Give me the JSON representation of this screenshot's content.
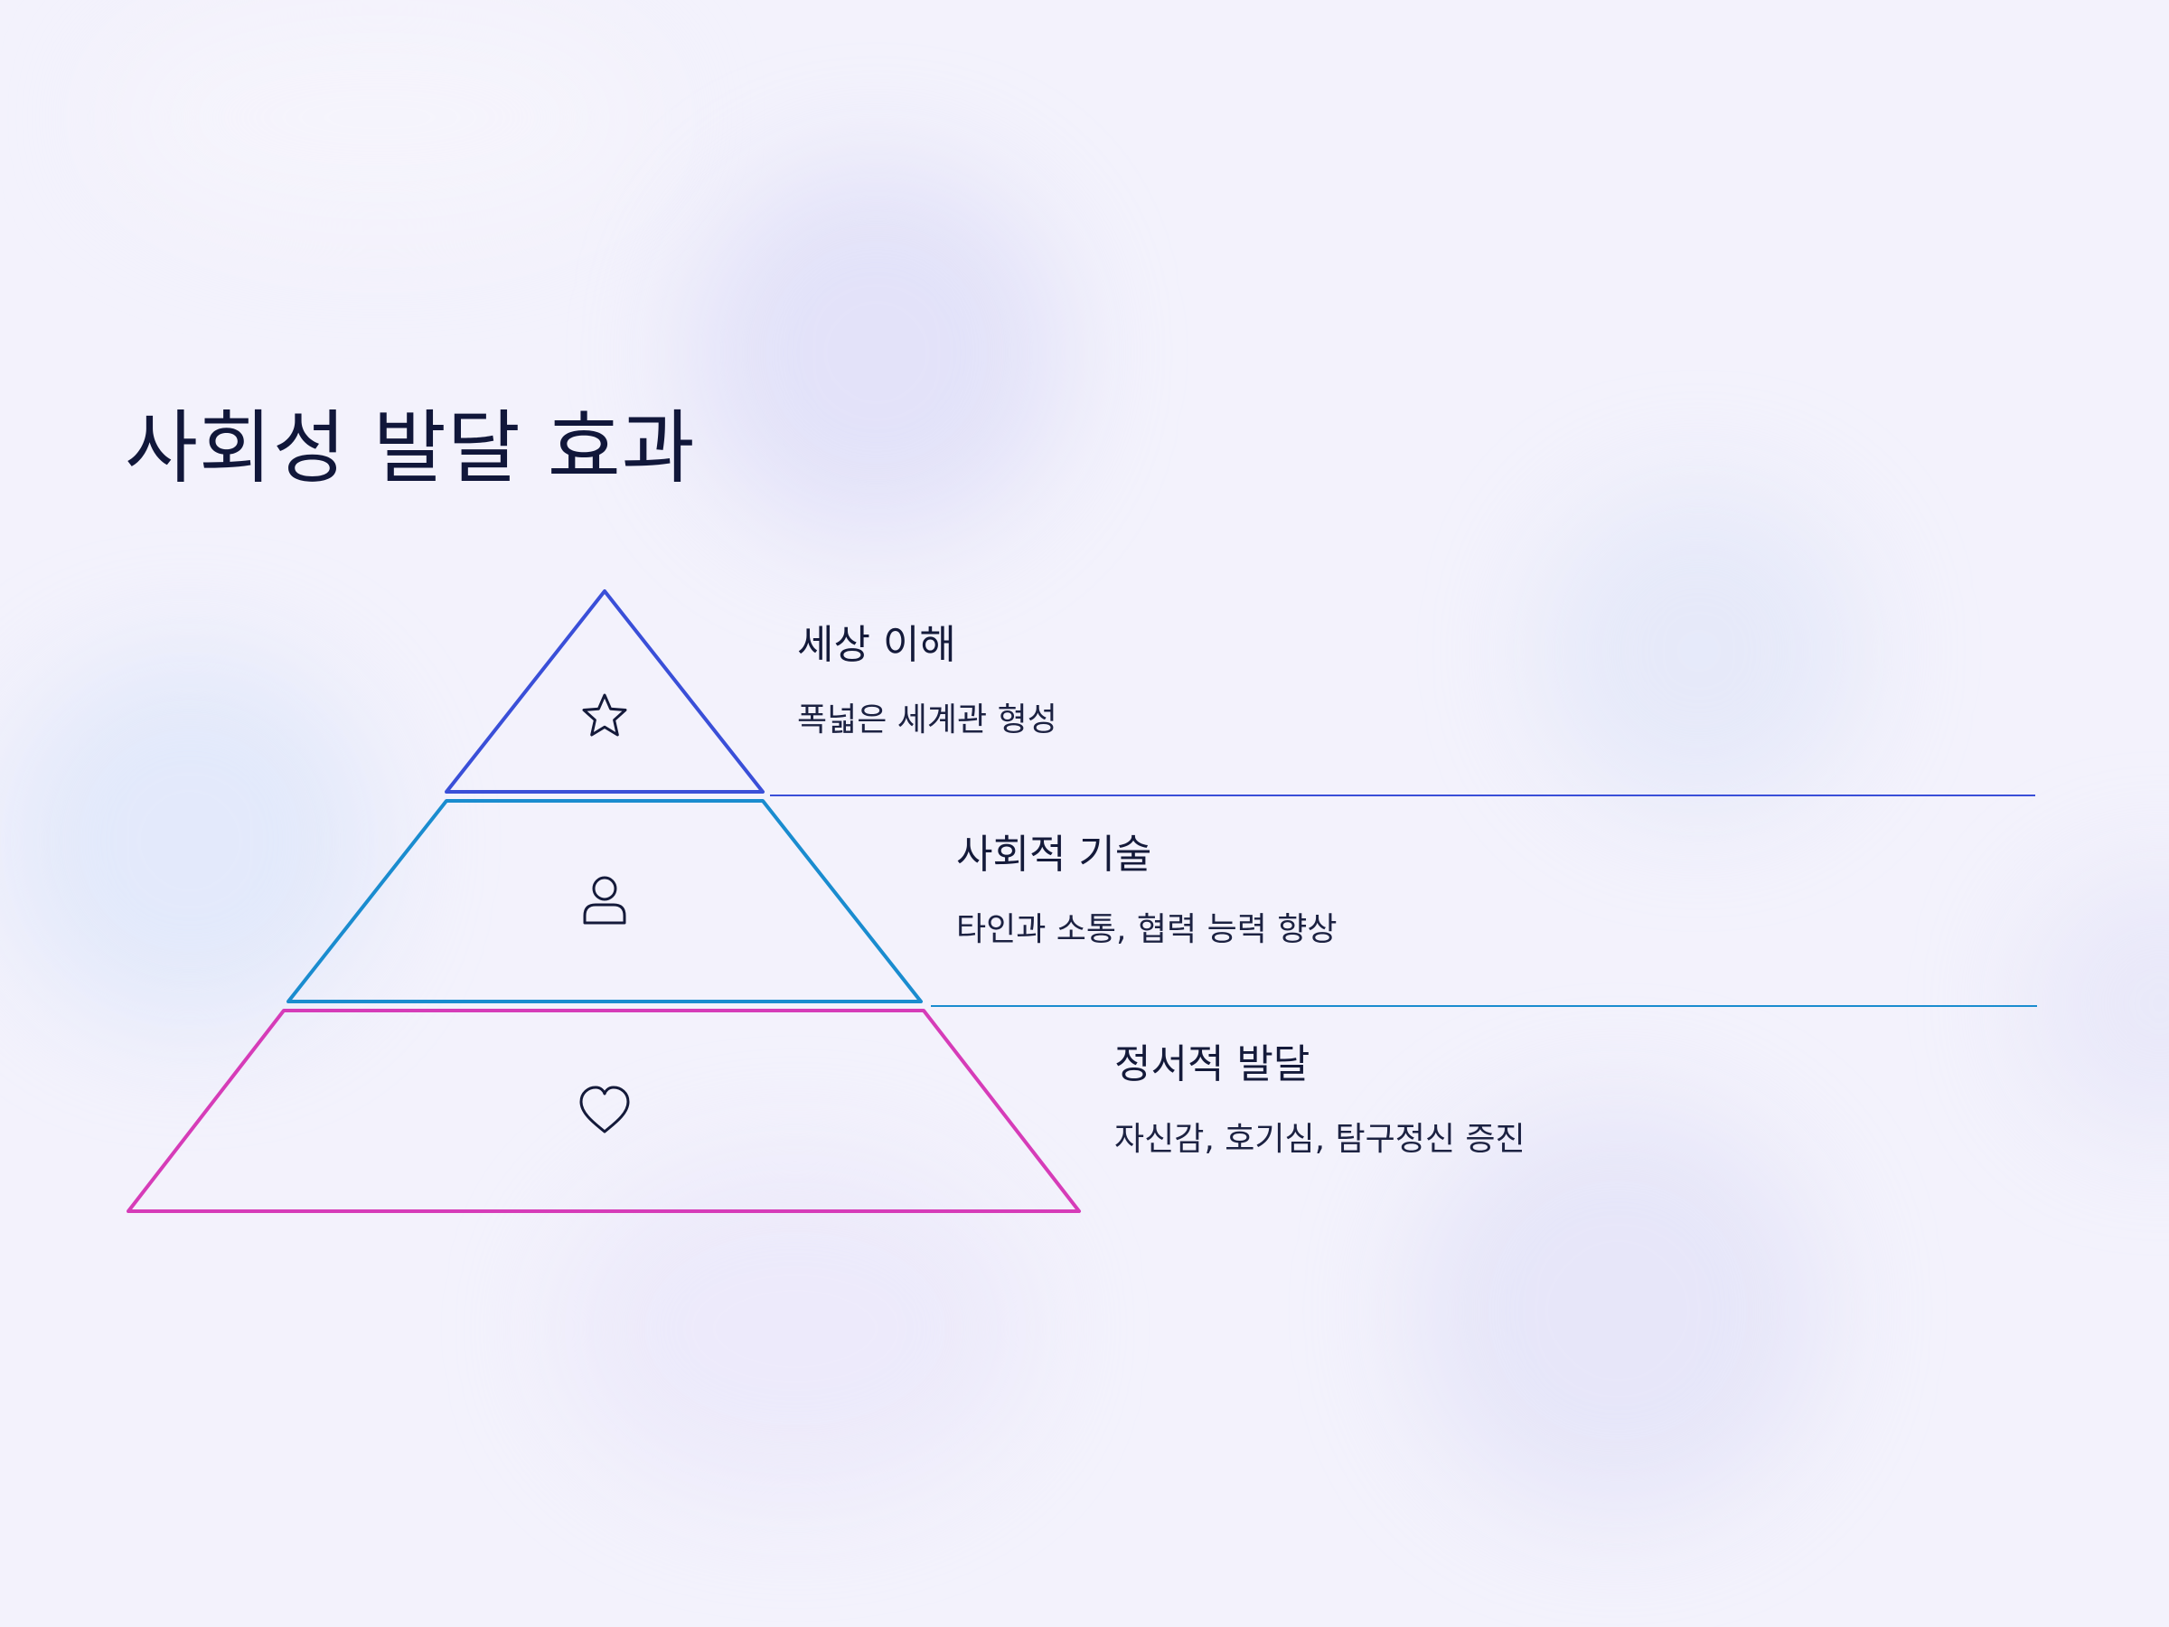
{
  "title": "사회성 발달 효과",
  "colors": {
    "background": "#f3f2fc",
    "level1": "#3a4fd8",
    "level2": "#1a8ccf",
    "level3": "#d63cb8",
    "text": "#141a3a"
  },
  "levels": [
    {
      "title": "세상 이해",
      "description": "폭넓은 세계관 형성",
      "icon": "star-icon"
    },
    {
      "title": "사회적 기술",
      "description": "타인과 소통, 협력 능력 향상",
      "icon": "person-icon"
    },
    {
      "title": "정서적 발달",
      "description": "자신감, 호기심, 탐구정신 증진",
      "icon": "heart-icon"
    }
  ]
}
